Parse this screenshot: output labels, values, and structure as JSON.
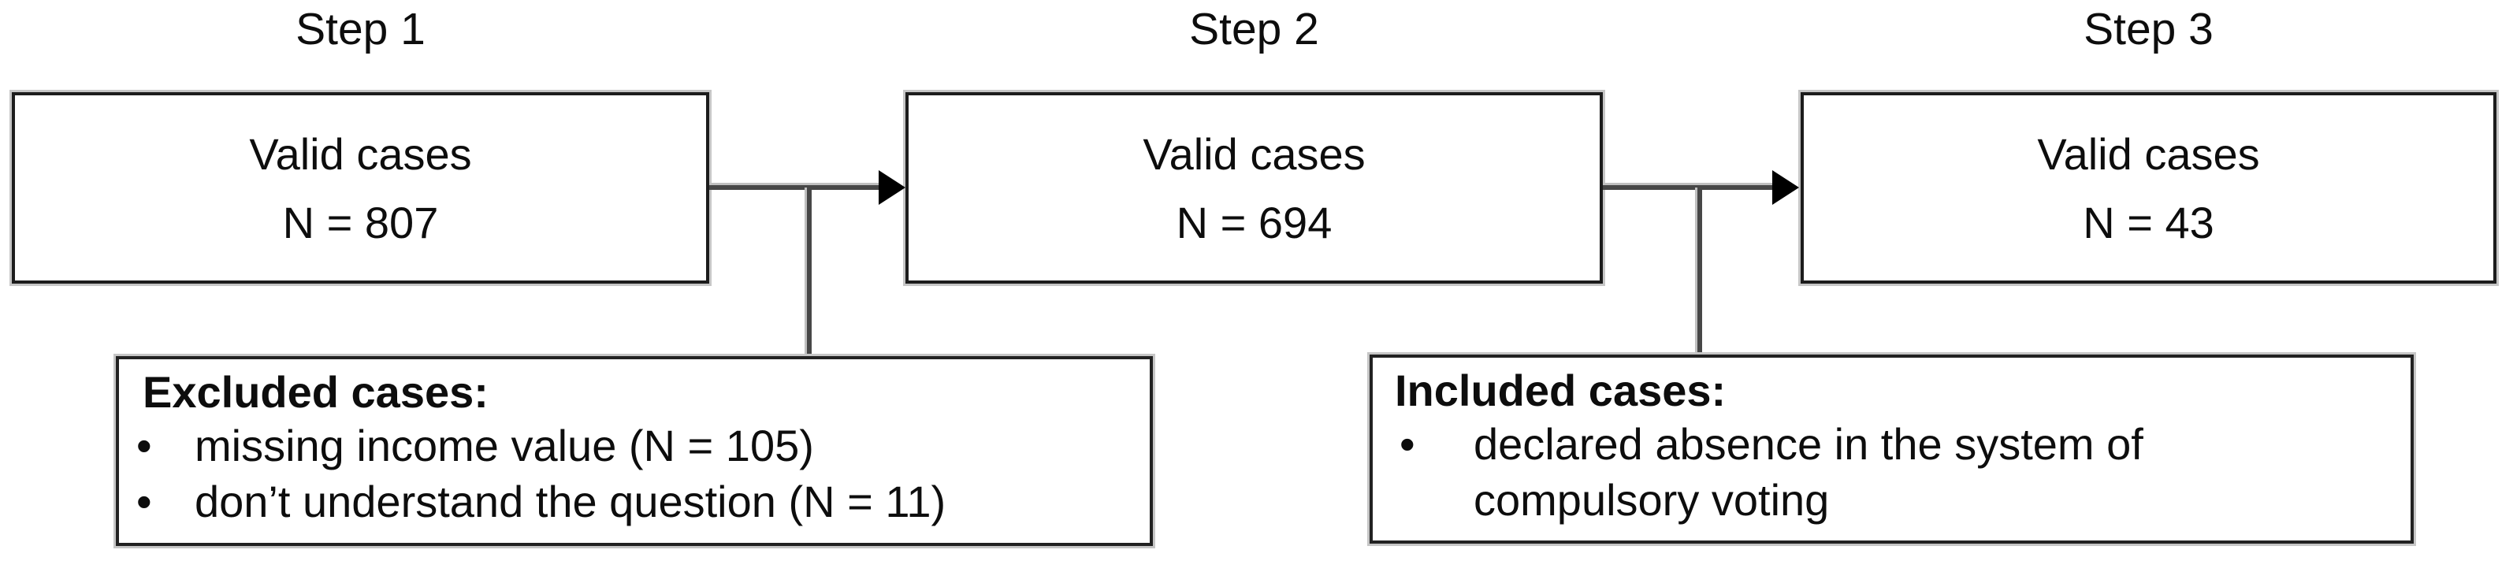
{
  "diagram": {
    "background": "#ffffff",
    "text_color": "#0d0d0d",
    "box_border_color": "#1c1c1c",
    "connector_color": "#474747",
    "arrow_color": "#000000",
    "bullet_glyph": "•",
    "steps": [
      {
        "label": "Step 1",
        "box": {
          "title": "Valid cases",
          "count": "N = 807"
        }
      },
      {
        "label": "Step 2",
        "box": {
          "title": "Valid cases",
          "count": "N = 694"
        }
      },
      {
        "label": "Step 3",
        "box": {
          "title": "Valid cases",
          "count": "N = 43"
        }
      }
    ],
    "notes": [
      {
        "title": "Excluded cases:",
        "bullets": [
          {
            "lines": [
              "missing income value (N = 105)"
            ]
          },
          {
            "lines": [
              "don’t understand the question (N = 11)"
            ]
          }
        ]
      },
      {
        "title": "Included cases:",
        "bullets": [
          {
            "lines": [
              "declared absence in the system of",
              "compulsory voting"
            ]
          }
        ]
      }
    ]
  }
}
